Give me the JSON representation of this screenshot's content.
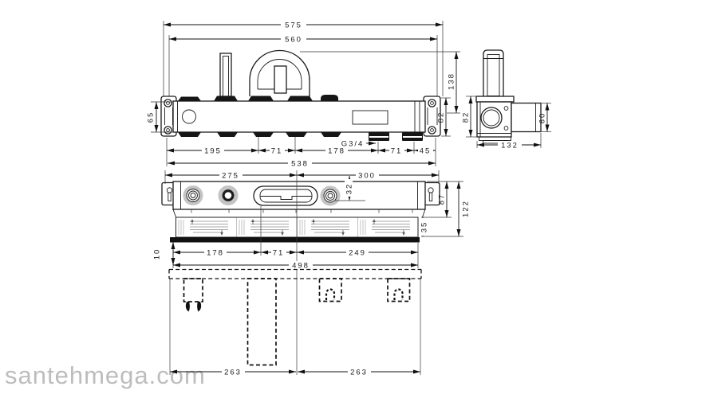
{
  "watermark": "santehmega.com",
  "drawing": {
    "top_view": {
      "dims": {
        "w575": "575",
        "w560": "560",
        "h138": "138",
        "h65": "65",
        "h82": "82",
        "s195": "195",
        "s71a": "71",
        "s178": "178",
        "s71b": "71",
        "s45": "45",
        "w538": "538",
        "thread": "G3/4"
      }
    },
    "front_view": {
      "dims": {
        "w275": "275",
        "w300": "300",
        "h32": "32",
        "h87": "87",
        "h122": "122",
        "h35": "35",
        "h10": "10",
        "s178": "178",
        "s71": "71",
        "s249": "249",
        "w498": "498"
      }
    },
    "side_view": {
      "dims": {
        "h82": "82",
        "h60": "60",
        "w132": "132"
      }
    },
    "bottom_view": {
      "dims": {
        "s263a": "263",
        "s263b": "263"
      }
    }
  }
}
